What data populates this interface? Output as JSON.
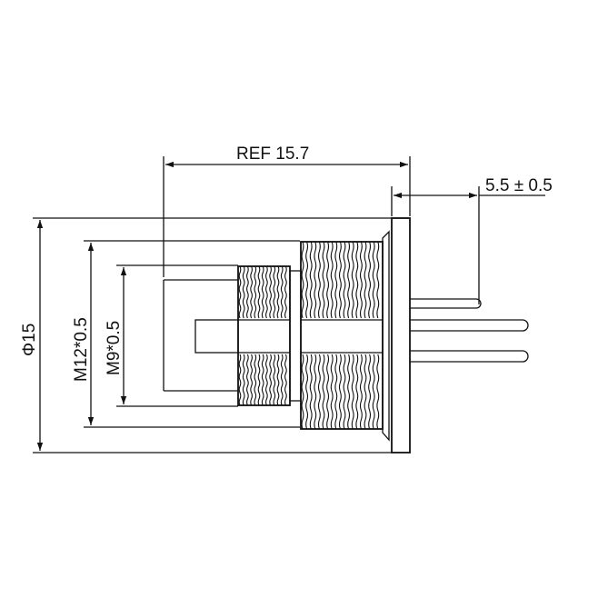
{
  "dimensions": {
    "ref_length": "REF 15.7",
    "pin_length": "5.5 ± 0.5",
    "outer_diameter": "Φ15",
    "thread_m12": "M12*0.5",
    "thread_m9": "M9*0.5"
  }
}
